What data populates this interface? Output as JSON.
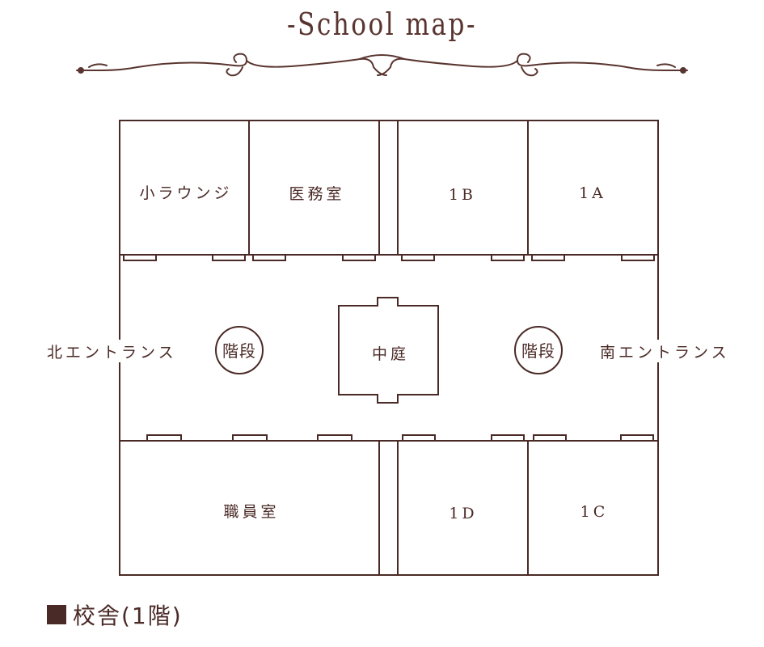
{
  "header": {
    "title": "-School map-"
  },
  "colors": {
    "line": "#4a2a26",
    "text": "#4a2a26",
    "background": "#ffffff"
  },
  "rooms": {
    "small_lounge": "小ラウンジ",
    "infirmary": "医務室",
    "room_1b": "1B",
    "room_1a": "1A",
    "courtyard": "中庭",
    "stairs_west": "階段",
    "stairs_east": "階段",
    "staff_room": "職員室",
    "room_1d": "1D",
    "room_1c": "1C"
  },
  "entrances": {
    "north": "北エントランス",
    "south": "南エントランス"
  },
  "caption": {
    "label": "校舎(1階)"
  }
}
